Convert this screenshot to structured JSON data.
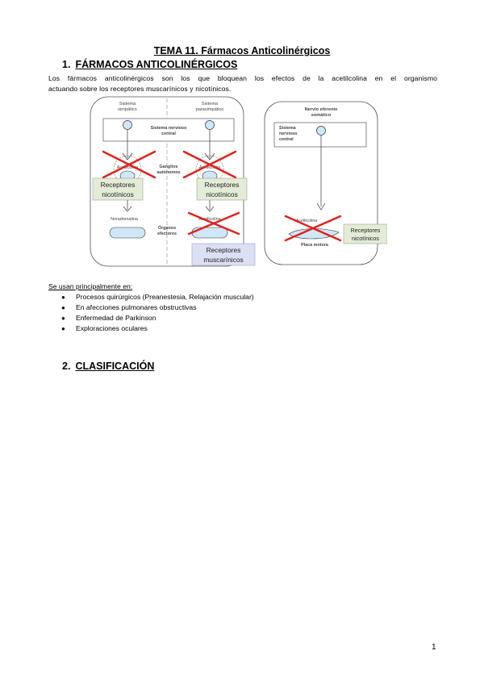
{
  "title": "TEMA 11. Fármacos Anticolinérgicos",
  "section1": {
    "number": "1.",
    "title": "FÁRMACOS ANTICOLINÉRGICOS"
  },
  "intro": {
    "line1": "Los fármacos anticolinérgicos son los que bloquean los efectos de la acetilcolina en el organismo",
    "line2": "actuando sobre los receptores muscarínicos y nicotínicos."
  },
  "diagram": {
    "simpatico": [
      "Sistema",
      "simpático"
    ],
    "parasimpatico": [
      "Sistema",
      "parasimpático"
    ],
    "snc": [
      "Sistema nervioso",
      "central"
    ],
    "ganglios": [
      "Ganglios",
      "autónomos"
    ],
    "acetil_left": "Acetilcolina",
    "acetil_right": "Acetilcolina",
    "noradrenalina": "Noradrenalina",
    "organos": [
      "Órganos",
      "efectores"
    ],
    "acetil_organ": "Acetilcolina",
    "receptores_nic_1": [
      "Receptores",
      "nicotínicos"
    ],
    "receptores_nic_2": [
      "Receptores",
      "nicotínicos"
    ],
    "receptores_musc": [
      "Receptores",
      "muscarínicos"
    ],
    "nervio": [
      "Nervio eferente",
      "somático"
    ],
    "snc_right": [
      "Sistema",
      "nervioso",
      "central"
    ],
    "acetil_motor": "Acetilcolina",
    "placa": "Placa motora",
    "receptores_nic_3": [
      "Receptores",
      "nicotínicos"
    ],
    "colors": {
      "cross": "#e0201b",
      "green_box": "#e4ecd8",
      "blue_box": "#dbe0f4",
      "soma": "#cfe7f6"
    }
  },
  "uses": {
    "heading": "Se usan principalmente en:",
    "bullet": "●",
    "items": [
      "Procesos quirúrgicos (Preanestesia, Relajación muscular)",
      "En afecciones pulmonares obstructivas",
      "Enfermedad de Parkinson",
      "Exploraciones oculares"
    ]
  },
  "section2": {
    "number": "2.",
    "title": "CLASIFICACIÓN"
  },
  "page_number": "1"
}
